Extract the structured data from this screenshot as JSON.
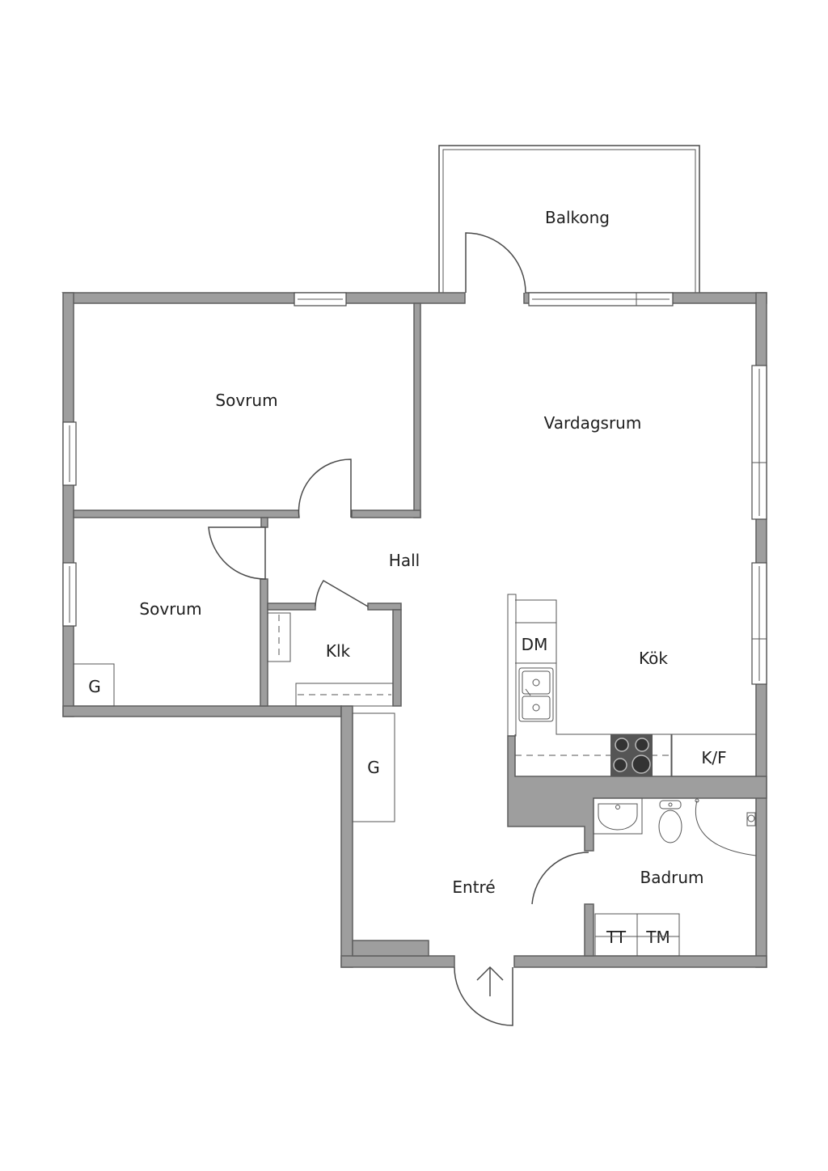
{
  "rooms": {
    "balcony": "Balkong",
    "bedroom_large": "Sovrum",
    "living_room": "Vardagsrum",
    "hall": "Hall",
    "bedroom_small": "Sovrum",
    "walk_in_closet": "Klk",
    "kitchen": "Kök",
    "entrance": "Entré",
    "bathroom": "Badrum"
  },
  "fixtures": {
    "wardrobe_bedroom": "G",
    "wardrobe_entrance": "G",
    "dishwasher": "DM",
    "fridge_freezer": "K/F",
    "tumble_dryer": "TT",
    "washing_machine": "TM"
  },
  "colors": {
    "wall_fill": "#9e9e9e",
    "line": "#4a4a4a",
    "background": "#ffffff"
  },
  "icons": {
    "entry_marker": "arrow-up-icon"
  }
}
